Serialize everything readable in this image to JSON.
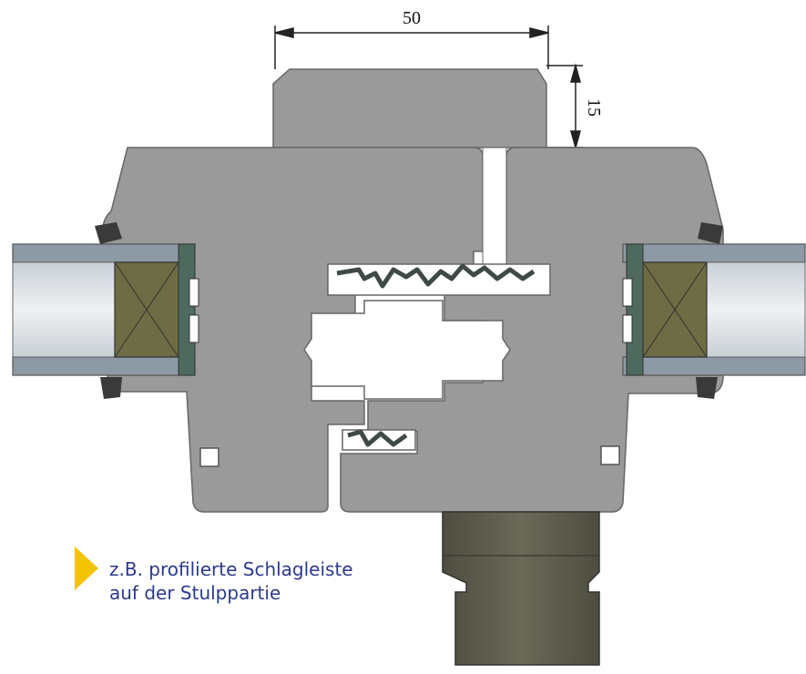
{
  "dimensions": {
    "width_label": "50",
    "height_label": "15"
  },
  "caption": {
    "line1": "z.B. profilierte Schlagleiste",
    "line2": "auf der Stulppartie"
  },
  "colors": {
    "profile": "#9a9a9a",
    "profile_dark": "#6b6b6b",
    "glass": "#d7dde4",
    "spacer": "#6e6c44",
    "gasket": "#4e5a55",
    "cap": "#5f5f4f",
    "caption_text": "#2b3a8f",
    "marker": "#f4c400"
  },
  "icons": {
    "marker": "triangle-marker-icon"
  }
}
